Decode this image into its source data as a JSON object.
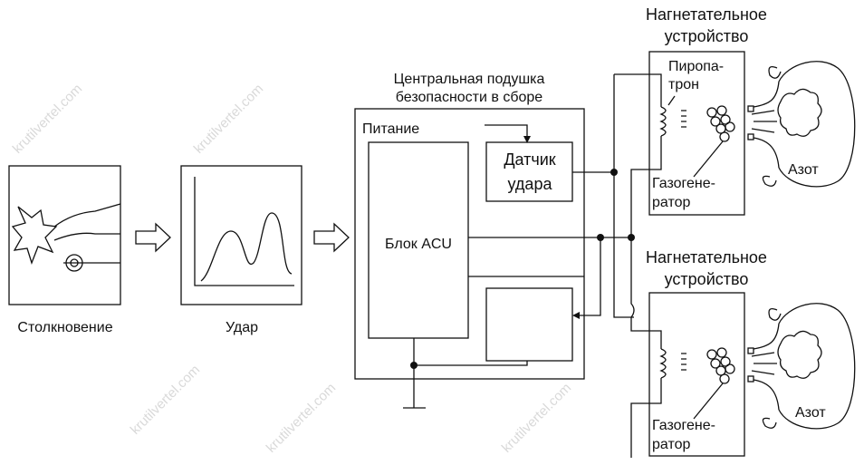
{
  "stages": {
    "collision_label": "Столкновение",
    "impact_label": "Удар"
  },
  "central_unit": {
    "title_line1": "Центральная подушка",
    "title_line2": "безопасности в сборе",
    "power_label": "Питание",
    "acu_label": "Блок ACU",
    "sensor_line1": "Датчик",
    "sensor_line2": "удара"
  },
  "inflator_top": {
    "title_line1": "Нагнетательное",
    "title_line2": "устройство",
    "squib_line1": "Пиропа-",
    "squib_line2": "трон",
    "gasgen_line1": "Газогене-",
    "gasgen_line2": "ратор",
    "nitrogen_label": "Азот"
  },
  "inflator_bottom": {
    "title_line1": "Нагнетательное",
    "title_line2": "устройство",
    "gasgen_line1": "Газогене-",
    "gasgen_line2": "ратор",
    "nitrogen_label": "Азот"
  },
  "watermark": "krutilvertel.com"
}
